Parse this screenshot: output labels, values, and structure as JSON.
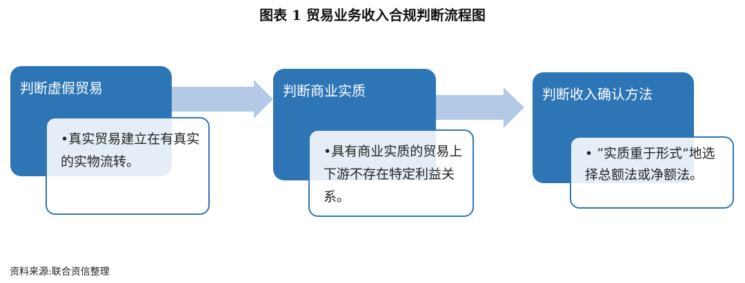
{
  "title": "图表 1  贸易业务收入合规判断流程图",
  "steps": [
    {
      "heading": "判断虚假贸易",
      "detail": "•真实贸易建立在有真实的实物流转。"
    },
    {
      "heading": "判断商业实质",
      "detail": "•具有商业实质的贸易上下游不存在特定利益关系。"
    },
    {
      "heading": "判断收入确认方法",
      "detail": "• “实质重于形式”地选择总额法或净额法。"
    }
  ],
  "source": "资料来源:联合资信整理",
  "colors": {
    "box": "#2e75b6",
    "arrow": "#b4c9e6"
  }
}
